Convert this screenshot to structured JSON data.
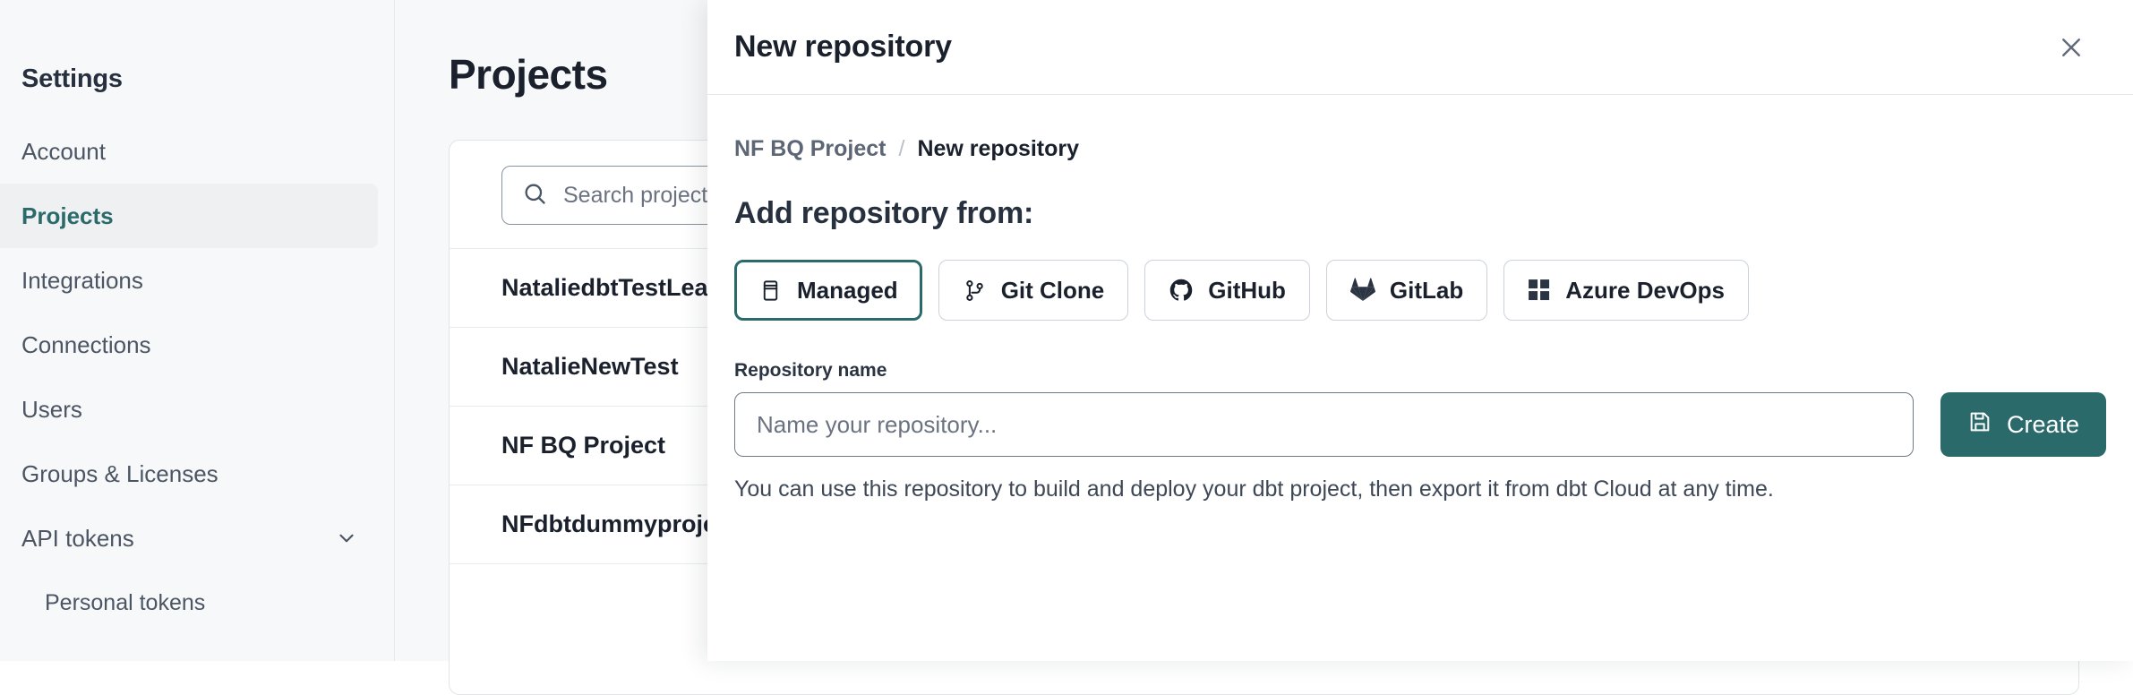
{
  "sidebar": {
    "title": "Settings",
    "items": [
      {
        "label": "Account",
        "active": false,
        "sub": false,
        "chevron": false
      },
      {
        "label": "Projects",
        "active": true,
        "sub": false,
        "chevron": false
      },
      {
        "label": "Integrations",
        "active": false,
        "sub": false,
        "chevron": false
      },
      {
        "label": "Connections",
        "active": false,
        "sub": false,
        "chevron": false
      },
      {
        "label": "Users",
        "active": false,
        "sub": false,
        "chevron": false
      },
      {
        "label": "Groups & Licenses",
        "active": false,
        "sub": false,
        "chevron": false
      },
      {
        "label": "API tokens",
        "active": false,
        "sub": false,
        "chevron": true
      },
      {
        "label": "Personal tokens",
        "active": false,
        "sub": true,
        "chevron": false
      }
    ]
  },
  "main": {
    "page_title": "Projects",
    "search": {
      "icon": "search-icon",
      "placeholder": "Search projects by name...",
      "value": ""
    },
    "projects": [
      "NataliedbtTestLearn T",
      "NatalieNewTest",
      "NF BQ Project",
      "NFdbtdummyproject"
    ]
  },
  "modal": {
    "title": "New repository",
    "close_icon": "close-icon",
    "breadcrumb": {
      "parent": "NF BQ Project",
      "separator": "/",
      "current": "New repository"
    },
    "section_heading": "Add repository from:",
    "tabs": [
      {
        "label": "Managed",
        "icon": "database-icon",
        "selected": true
      },
      {
        "label": "Git Clone",
        "icon": "git-branch-icon",
        "selected": false
      },
      {
        "label": "GitHub",
        "icon": "github-icon",
        "selected": false
      },
      {
        "label": "GitLab",
        "icon": "gitlab-icon",
        "selected": false
      },
      {
        "label": "Azure DevOps",
        "icon": "azure-devops-icon",
        "selected": false
      }
    ],
    "repository_name": {
      "label": "Repository name",
      "placeholder": "Name your repository...",
      "value": ""
    },
    "create_button": {
      "label": "Create",
      "icon": "save-icon"
    },
    "helper_text": "You can use this repository to build and deploy your dbt project, then export it from dbt Cloud at any time."
  },
  "colors": {
    "accent": "#2b6a6b",
    "text": "#1a202c",
    "muted": "#5c6675",
    "border": "#cbd2da",
    "page_bg": "#f7f8f9"
  }
}
